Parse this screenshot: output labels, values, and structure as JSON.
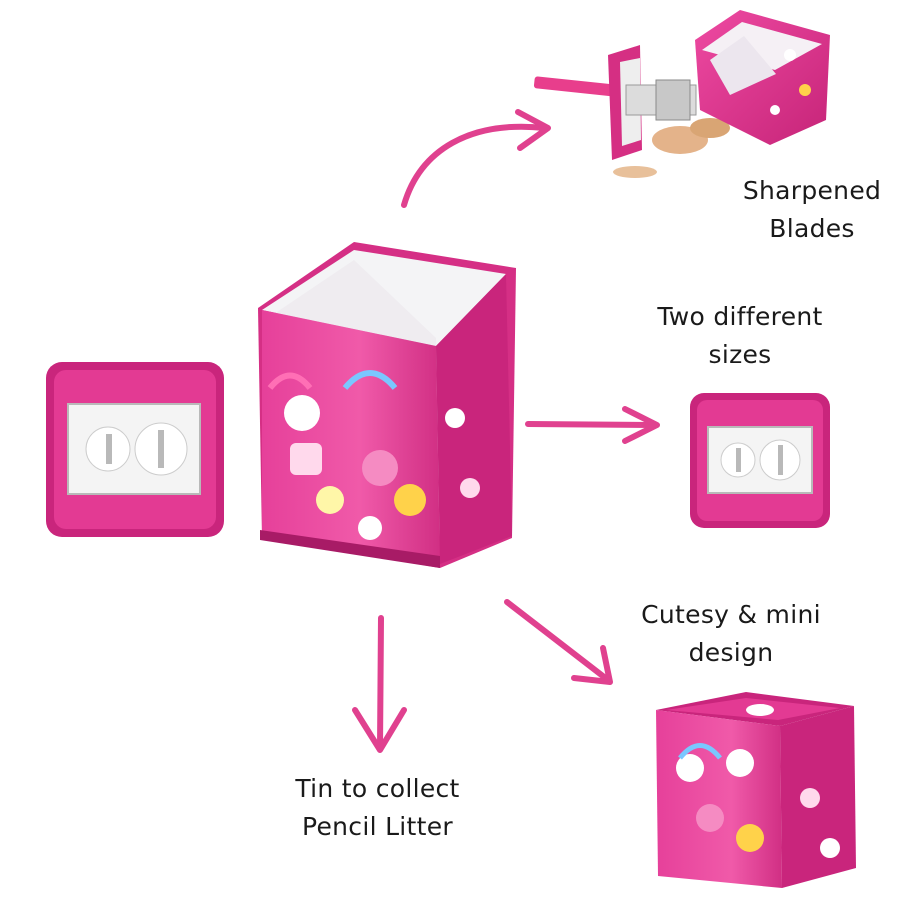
{
  "colors": {
    "tin_pink": "#e33a93",
    "tin_dark": "#b81d6e",
    "tin_rim": "#c9257c",
    "arrow_pink": "#e0418f",
    "text": "#1a1a1a"
  },
  "labels": {
    "sharpened_blades": [
      "Sharpened",
      "Blades"
    ],
    "two_sizes": [
      "Two different",
      "sizes"
    ],
    "cutesy": [
      "Cutesy & mini",
      "design"
    ],
    "tin_collect": [
      "Tin to collect",
      "Pencil Litter"
    ]
  },
  "icons": [
    "pencil-sharpener-tin-open",
    "sharpener-lid",
    "sharpener-with-pencil",
    "closed-tin",
    "curved-arrow",
    "straight-arrow"
  ]
}
